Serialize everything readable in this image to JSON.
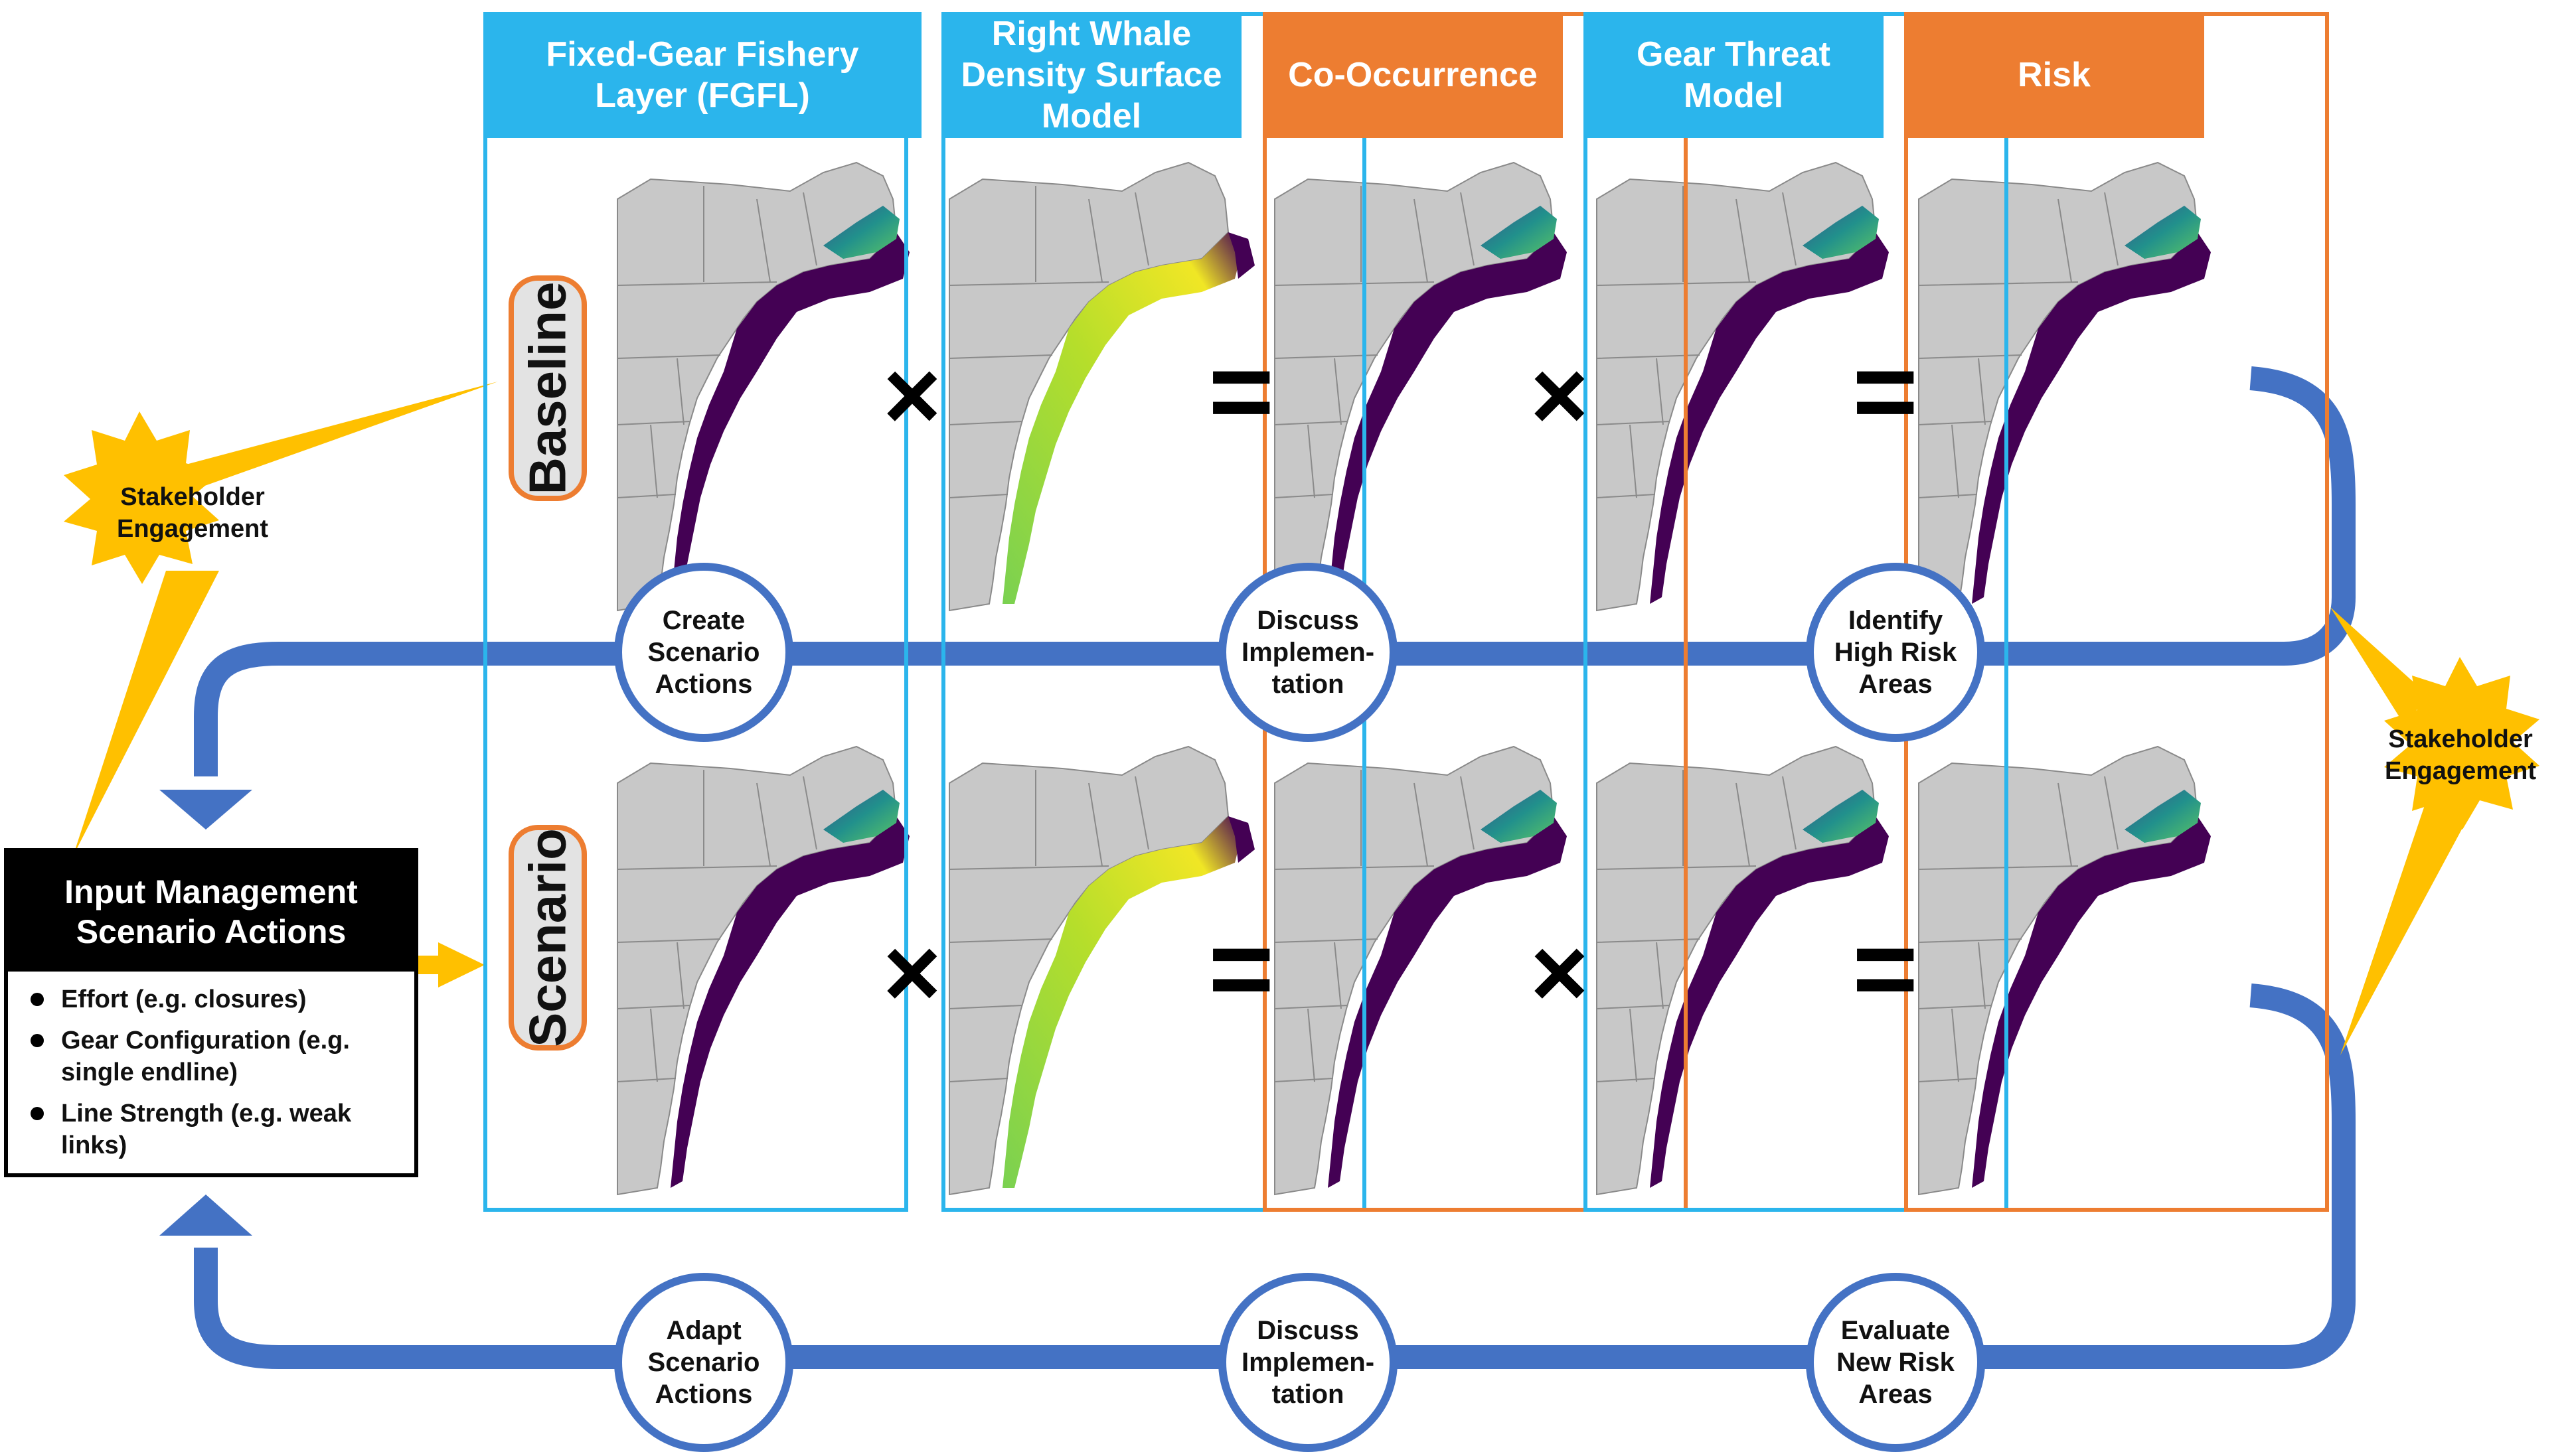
{
  "columns": [
    {
      "title": "Fixed-Gear Fishery Layer (FGFL)",
      "color": "#2BB5EC"
    },
    {
      "title": "Right Whale Density Surface Model",
      "color": "#2BB5EC"
    },
    {
      "title": "Co-Occurrence",
      "color": "#ED7D31"
    },
    {
      "title": "Gear Threat Model",
      "color": "#2BB5EC"
    },
    {
      "title": "Risk",
      "color": "#ED7D31"
    }
  ],
  "rows": [
    {
      "label": "Baseline"
    },
    {
      "label": "Scenario"
    }
  ],
  "operators": {
    "multiply": "×",
    "equals": "="
  },
  "top_loop_nodes": [
    {
      "label": "Create Scenario Actions"
    },
    {
      "label": "Discuss Implemen-tation"
    },
    {
      "label": "Identify High Risk Areas"
    }
  ],
  "bottom_loop_nodes": [
    {
      "label": "Adapt Scenario Actions"
    },
    {
      "label": "Discuss Implemen-tation"
    },
    {
      "label": "Evaluate New Risk Areas"
    }
  ],
  "stakeholder_left": {
    "label": "Stakeholder Engagement"
  },
  "stakeholder_right": {
    "label": "Stakeholder Engagement"
  },
  "input_box": {
    "title": "Input Management Scenario Actions",
    "items": [
      "Effort (e.g. closures)",
      "Gear Configuration (e.g. single endline)",
      "Line Strength (e.g. weak links)"
    ]
  },
  "colors": {
    "blue_frame": "#2BB5EC",
    "orange_frame": "#ED7D31",
    "loop_arrow": "#4472C4",
    "stakeholder_burst": "#FFC000",
    "land": "#C8C8C8",
    "viridis_dark": "#440154",
    "viridis_mid": "#21908C",
    "viridis_light": "#FDE725"
  }
}
